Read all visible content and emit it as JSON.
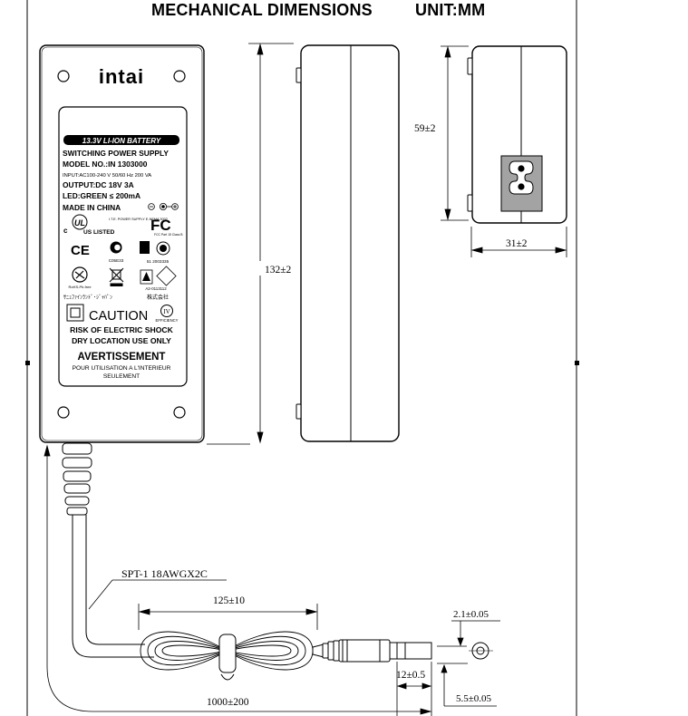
{
  "header": {
    "title": "MECHANICAL DIMENSIONS",
    "unit": "UNIT:MM"
  },
  "adapter": {
    "brand": "intai",
    "label": {
      "battery": "13.3V LI-ION BATTERY",
      "product": "SWITCHING POWER SUPPLY",
      "model": "MODEL NO.:IN 1303000",
      "input": "INPUT:AC100-240 V 50/60 Hz 200 VA",
      "output": "OUTPUT:DC 18V 3A",
      "led": "LED:GREEN ≤ 200mA",
      "origin": "MADE IN CHINA",
      "ul_c": "c",
      "ul_listed": "US LISTED",
      "ul_small": "I.T.E. POWER SUPPLY E-NEMA 3002",
      "fc_small": "FCC Part 15 Class B",
      "cert_1": "C05E33",
      "cert_2": "51 2003335",
      "cert_3": "A2-0113112",
      "japanese_1": "ｻﾆｭﾌｧｲﾝﾗﾝﾄﾞ･ｼﾞｬﾊﾟﾝ",
      "japanese_2": "株式会社",
      "caution": "CAUTION",
      "efficiency": "EFFICIENCY",
      "efficiency_level": "IV",
      "warning_1": "RISK OF ELECTRIC SHOCK",
      "warning_2": "DRY LOCATION USE ONLY",
      "avert": "AVERTISSEMENT",
      "avert_1": "POUR UTILISATION A  L'INTERIEUR",
      "avert_2": "SEULEMENT",
      "recycle_small": "RoHS-Pb-free"
    }
  },
  "dimensions": {
    "length": "132±2",
    "height": "59±2",
    "width": "31±2",
    "cable_type": "SPT-1 18AWGX2C",
    "coil_length": "125±10",
    "cable_length": "1000±200",
    "plug_length": "12±0.5",
    "inner_diameter": "2.1±0.05",
    "outer_diameter": "5.5±0.05"
  }
}
